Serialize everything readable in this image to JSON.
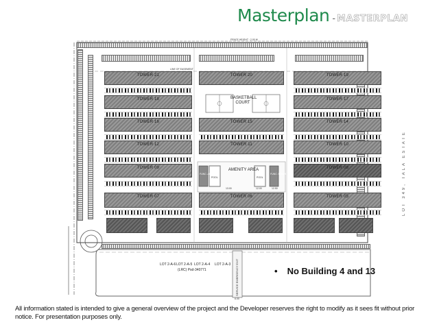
{
  "header": {
    "title": "Masterplan",
    "separator": "-",
    "subtitle": "MASTERPLAN"
  },
  "plan": {
    "fence_label": "FENCE HEIGHT : 2.00 M",
    "easement_label": "LINE OF EASEMENT",
    "towers": {
      "left": [
        "TOWER 21",
        "TOWER 18",
        "TOWER 16",
        "TOWER 12",
        "TOWER 09",
        "TOWER 07"
      ],
      "middle": [
        "TOWER 20",
        "TOWER 15",
        "TOWER 11",
        "TOWER 06"
      ],
      "right": [
        "TOWER 19",
        "TOWER 17",
        "TOWER 14",
        "TOWER 10",
        "TOWER 08",
        "TOWER 05"
      ]
    },
    "basketball_court": "BASKETBALL COURT",
    "amenity": {
      "label": "AMENITY AREA",
      "func_area": "FUNC. AREA",
      "func_room": "FUNC. ROOM",
      "pool_left": "POOL",
      "pool_right": "POOL",
      "pool_dim_1": "13.00",
      "pool_dim_2": "12.00",
      "pool_dim_3": "12.50"
    },
    "dimension_label": "6.00",
    "lots": [
      "LOT 2-A-6",
      "LOT 2-A-5",
      "LOT 2-A-4",
      "LOT 2-A-3"
    ],
    "lrc_label": "(LRC) Psd-340771",
    "emergency_exit": "SERVICE EMERGENCY EXIT",
    "adjacent_lot": "LOT 349, TALA ESTATE"
  },
  "note": {
    "bullet": "•",
    "text": "No Building 4 and 13"
  },
  "disclaimer": "All information stated is intended to give a general overview of the project and the Developer reserves the right to modify as it sees fit without prior notice.  For presentation purposes only.",
  "colors": {
    "title_green": "#1f8a4c",
    "tower_gray": "#8a8a8a",
    "tower_dark": "#606060"
  }
}
